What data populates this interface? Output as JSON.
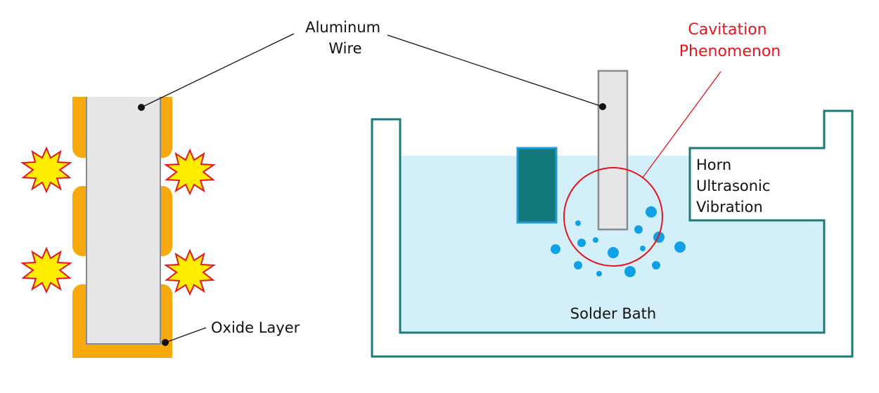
{
  "labels": {
    "wire_line1": "Aluminum",
    "wire_line2": "Wire",
    "cavitation_line1": "Cavitation",
    "cavitation_line2": "Phenomenon",
    "horn_line1": "Horn",
    "horn_line2": "Ultrasonic",
    "horn_line3": "Vibration",
    "bath": "Solder Bath",
    "oxide": "Oxide Layer"
  },
  "colors": {
    "oxide": "#f7a90c",
    "wire": "#e6e6e8",
    "wire_stroke": "#8a8a8a",
    "bath_outline": "#1d7a78",
    "solder": "#d3f0fa",
    "horn_block": "#13787a",
    "horn_block_stroke": "#1b9cd8",
    "bubble": "#0fa0e6",
    "cavitation_circle": "#e8141c",
    "burst_fill": "#ffee00",
    "burst_stroke": "#e8141c"
  },
  "icons": {
    "burst": "explosion-burst-icon"
  }
}
